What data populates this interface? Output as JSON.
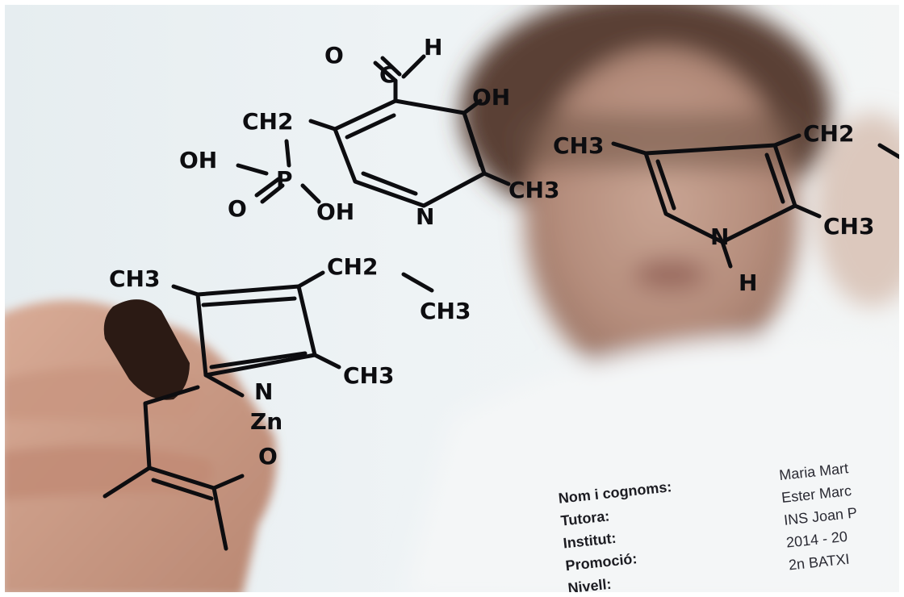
{
  "image": {
    "description_free": true
  },
  "molecule_labels": {
    "top": {
      "o_aldehyde": "O",
      "h_aldehyde": "H",
      "c_aldehyde": "C",
      "oh_ring": "OH",
      "ch2": "CH2",
      "ch3_ring": "CH3",
      "oh_left": "OH",
      "p": "P",
      "o_p": "O",
      "oh_p": "OH",
      "n_ring": "N"
    },
    "right": {
      "ch3_left": "CH3",
      "ch2_right": "CH2",
      "ch3_bottom": "CH3",
      "n": "N",
      "h": "H"
    },
    "bottom": {
      "ch3_top": "CH3",
      "ch2": "CH2",
      "ch3_end": "CH3",
      "ch3_ring": "CH3",
      "n": "N",
      "zn": "Zn",
      "o": "O"
    }
  },
  "info_card": {
    "rows": [
      {
        "label": "Nom i cognoms:",
        "value": "Maria Mart"
      },
      {
        "label": "Tutora:",
        "value": "Ester Marc"
      },
      {
        "label": "Institut:",
        "value": "INS Joan P"
      },
      {
        "label": "Promoció:",
        "value": "2014 - 20"
      },
      {
        "label": "Nivell:",
        "value": "2n BATXI"
      }
    ]
  }
}
